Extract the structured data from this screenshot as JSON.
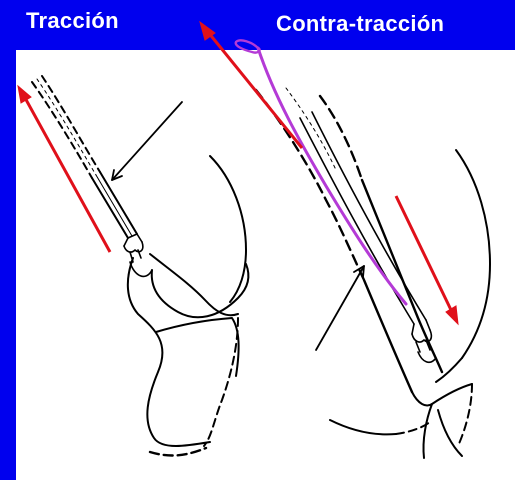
{
  "titles": {
    "left": "Tracción",
    "right": "Contra-tracción"
  },
  "colors": {
    "background": "#0000ee",
    "panel": "#ffffff",
    "traction_arrow": "#e0101a",
    "catheter": "#b43ad6",
    "line": "#000000"
  },
  "diagrams": [
    {
      "name": "traction-diagram"
    },
    {
      "name": "counter-traction-diagram"
    }
  ]
}
